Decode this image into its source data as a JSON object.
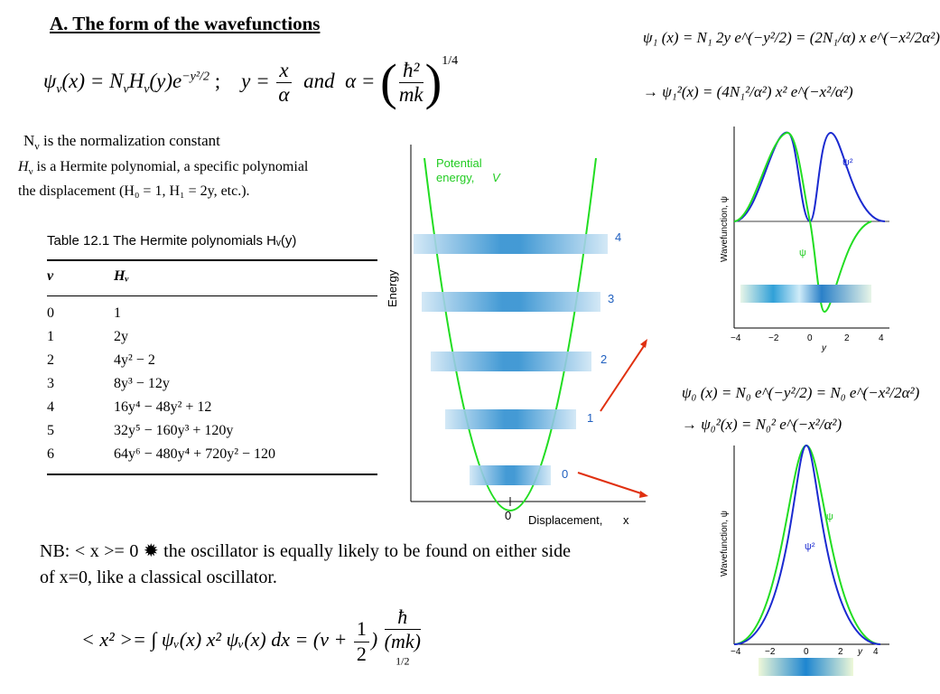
{
  "title": "A. The form of the wavefunctions",
  "main_equation": {
    "lhs": "ψ",
    "sub_v": "ν",
    "x": "(x) = N",
    "H": "H",
    "y_arg": "(y)e",
    "exp": "−y²/2",
    "semicolon": ";",
    "y_eq": "y =",
    "y_num": "x",
    "y_den": "α",
    "and": "and",
    "alpha_eq": "α =",
    "alpha_num": "ħ²",
    "alpha_den": "mk",
    "power": "1/4"
  },
  "normalization_note": {
    "text_prefix": "N",
    "sub": "ν",
    "text": " is the normalization constant"
  },
  "hermite_note": {
    "line1_a": "H",
    "line1_sub": "ν",
    "line1_b": " is a Hermite polynomial, a specific polynomial",
    "line2": "the displacement (H₀ = 1, H₁ = 2y, etc.)."
  },
  "table": {
    "caption": "Table 12.1 The Hermite polynomials Hᵥ(y)",
    "col_v": "v",
    "col_h": "Hᵥ",
    "rows": [
      {
        "v": "0",
        "h": "1"
      },
      {
        "v": "1",
        "h": "2y"
      },
      {
        "v": "2",
        "h": "4y² − 2"
      },
      {
        "v": "3",
        "h": "8y³ − 12y"
      },
      {
        "v": "4",
        "h": "16y⁴ − 48y² + 12"
      },
      {
        "v": "5",
        "h": "32y⁵ − 160y³ + 120y"
      },
      {
        "v": "6",
        "h": "64y⁶ − 480y⁴ + 720y² − 120"
      }
    ]
  },
  "potential_plot": {
    "legend_line1": "Potential",
    "legend_line2": "energy,",
    "legend_V": "V",
    "ylabel": "Energy",
    "xlabel": "Displacement,",
    "xlabel_var": "x",
    "x_origin": "0",
    "levels": [
      "0",
      "1",
      "2",
      "3",
      "4"
    ],
    "colors": {
      "potential": "#22dd22",
      "level": "#3a8fd0",
      "arrow": "#e03010"
    }
  },
  "psi1": {
    "eq1": "ψ₁ (x) = N₁ 2y e^(−y²/2) = (2N₁/α) x e^(−x²/2α²)",
    "eq2": "→ ψ₁²(x) = (4N₁²/α²) x² e^(−x²/α²)",
    "ylabel": "Wavefunction, ψ",
    "xlabel": "y",
    "label_psi2": "ψ²",
    "label_psi": "ψ",
    "xticks": [
      "−4",
      "−2",
      "0",
      "2",
      "4"
    ]
  },
  "psi0": {
    "eq1": "ψ₀ (x) = N₀ e^(−y²/2) = N₀ e^(−x²/2α²)",
    "eq2": "→ ψ₀²(x) = N₀² e^(−x²/α²)",
    "ylabel": "Wavefunction, ψ",
    "xlabel": "y",
    "label_psi": "ψ",
    "label_psi2": "ψ²",
    "xticks": [
      "−4",
      "−2",
      "0",
      "2",
      "4"
    ]
  },
  "nb": {
    "text": "NB: < x >= 0 ✹ the oscillator is equally likely to be found on either side of x=0, like a classical oscillator."
  },
  "expectation": {
    "lhs": "< x² >= ∫ ψᵥ(x) x² ψᵥ(x) dx = (ν +",
    "half_num": "1",
    "half_den": "2",
    "close": ")",
    "hbar": "ħ",
    "den": "(mk)",
    "den_pow": "1/2"
  }
}
